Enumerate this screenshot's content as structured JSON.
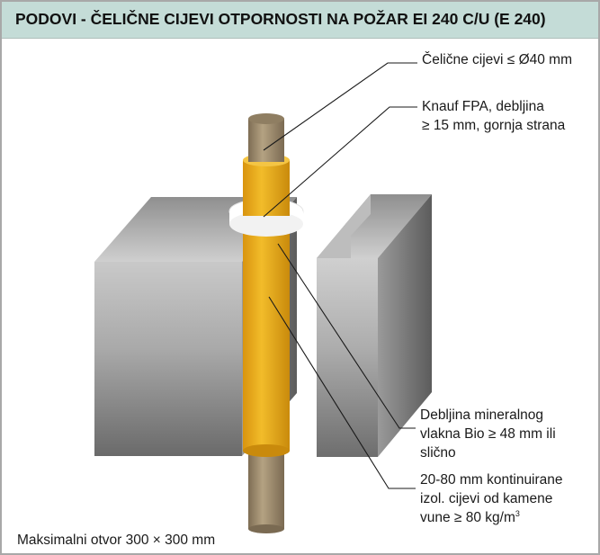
{
  "header": {
    "title": "PODOVI - ČELIČNE CIJEVI OTPORNOSTI NA POŽAR EI 240 C/U (E 240)"
  },
  "labels": {
    "steel_pipe": "Čelične cijevi ≤ Ø40 mm",
    "fpa_line1": "Knauf FPA, debljina",
    "fpa_line2": "≥ 15 mm, gornja strana",
    "bio_line1": "Debljina mineralnog",
    "bio_line2": "vlakna Bio ≥ 48 mm ili",
    "bio_line3": "slično",
    "rock_line1": "20-80 mm kontinuirane",
    "rock_line2": "izol. cijevi od kamene",
    "rock_line3_prefix": "vune ≥ 80 kg/m",
    "rock_line3_sup": "3"
  },
  "footer": {
    "max_opening": "Maksimalni otvor 300 × 300 mm"
  },
  "colors": {
    "title_bg": "#c4dcd7",
    "insulation_yellow": "#e8ac1a",
    "pipe_tan": "#a08e70",
    "concrete_light": "#d8d8d8",
    "concrete_dark": "#6f6f6f"
  }
}
